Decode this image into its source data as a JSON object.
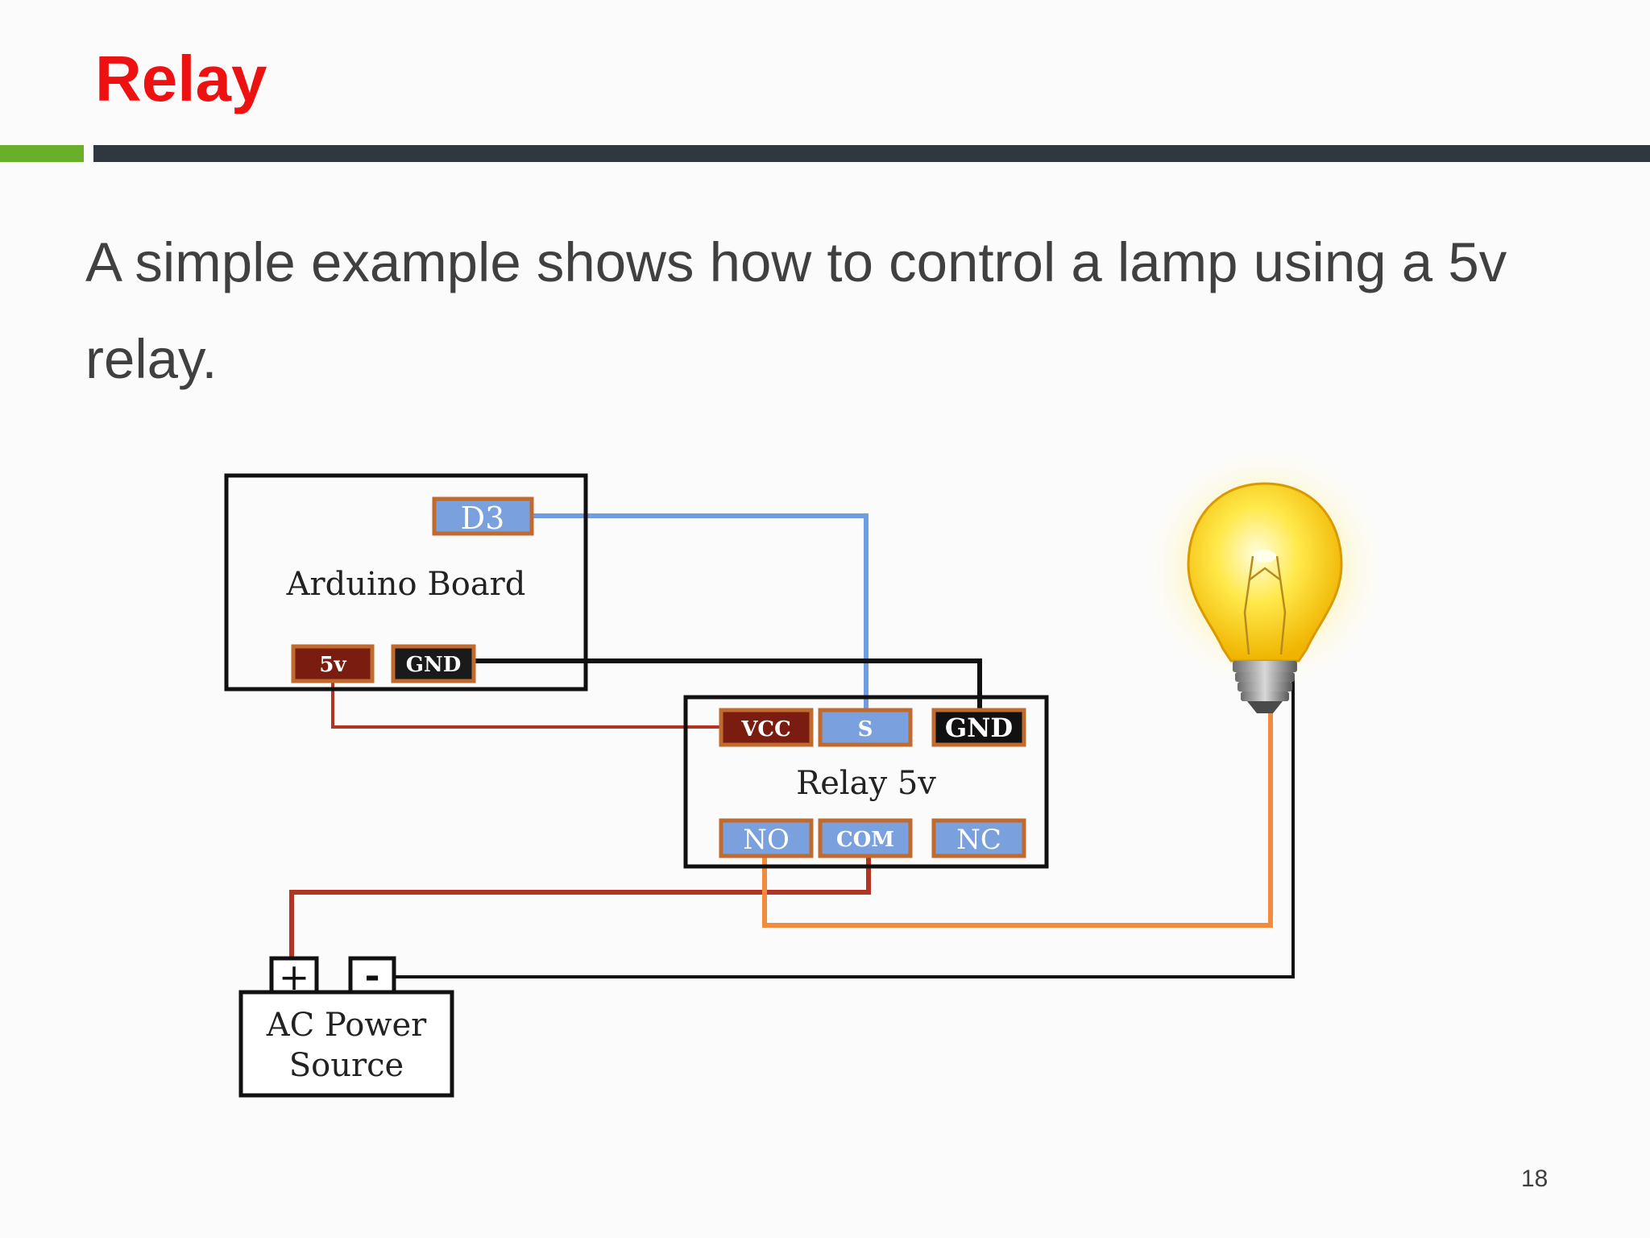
{
  "slide": {
    "title": "Relay",
    "body": "A simple example shows how to control a lamp using a 5v relay.",
    "page_number": "18"
  },
  "diagram": {
    "arduino": {
      "label": "Arduino Board",
      "pin_d3": "D3",
      "pin_5v": "5v",
      "pin_gnd": "GND"
    },
    "relay": {
      "label": "Relay 5v",
      "pin_vcc": "VCC",
      "pin_s": "S",
      "pin_gnd": "GND",
      "pin_no": "NO",
      "pin_com": "COM",
      "pin_nc": "NC"
    },
    "power": {
      "label_line1": "AC Power",
      "label_line2": "Source",
      "plus": "+",
      "minus": "-"
    },
    "colors": {
      "signal": "#6f9de2",
      "power": "#b43424",
      "ground": "#111111",
      "load": "#f28c3c",
      "pin_blue": "#7aa0dd",
      "pin_red": "#7a1c10",
      "pin_border": "#c06a2e"
    }
  }
}
